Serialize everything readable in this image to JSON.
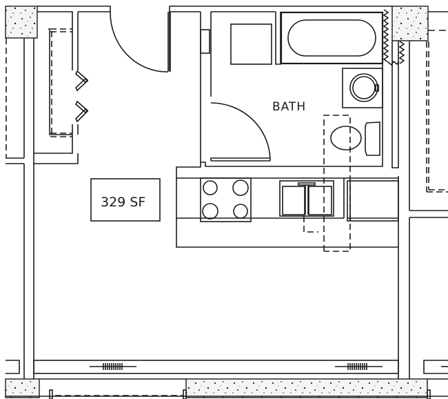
{
  "plan": {
    "type": "studio apartment floor plan",
    "rooms": [
      {
        "name": "bath",
        "label": "BATH"
      }
    ],
    "area_label": "329 SF",
    "fixtures": [
      "bathtub",
      "toilet",
      "bath-vanity-sink",
      "washer-dryer",
      "range-cooktop",
      "kitchen-sink",
      "refrigerator",
      "closet-bifold-doors",
      "entry-door",
      "bath-door",
      "window-wall"
    ],
    "colors": {
      "line": "#1a1a1a",
      "background": "#ffffff",
      "concrete": "#f4f4f4"
    }
  }
}
